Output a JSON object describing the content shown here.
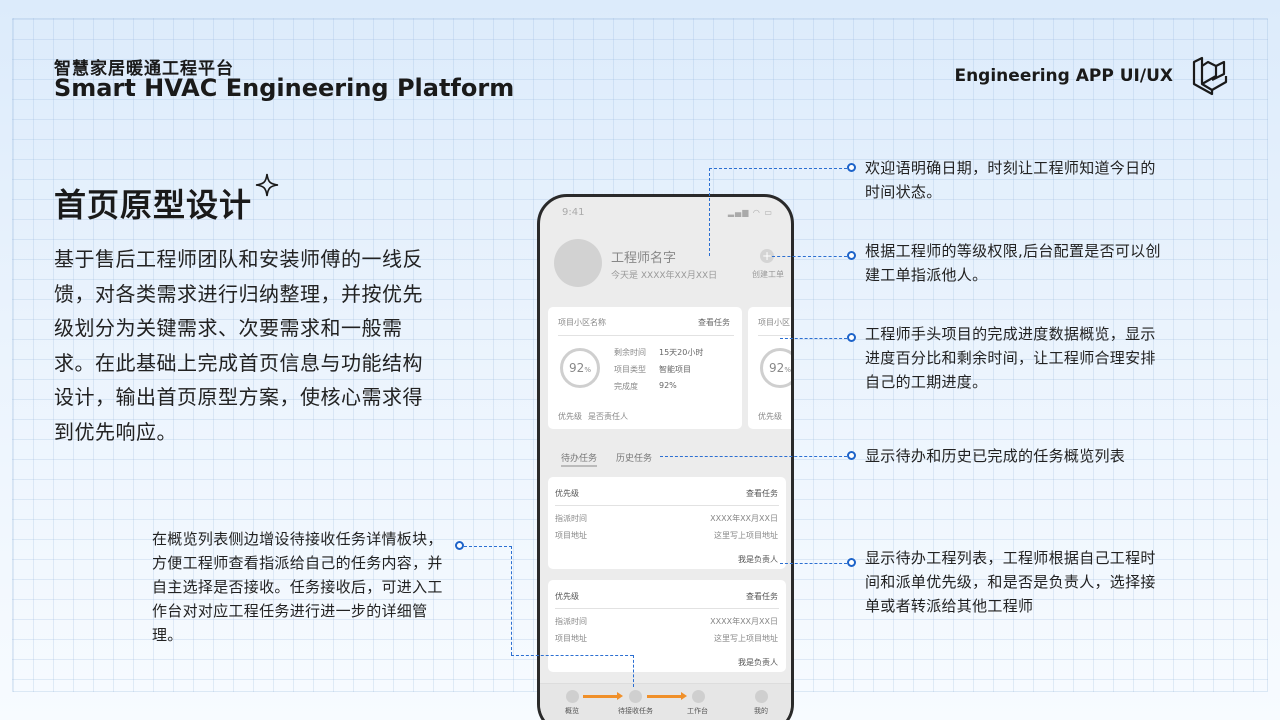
{
  "header": {
    "title_cn": "智慧家居暖通工程平台",
    "title_en": "Smart HVAC Engineering Platform",
    "right_label": "Engineering APP UI/UX"
  },
  "section": {
    "title": "首页原型设计",
    "description": "基于售后工程师团队和安装师傅的一线反馈，对各类需求进行归纳整理，并按优先级划分为关键需求、次要需求和一般需求。在此基础上完成首页信息与功能结构设计，输出首页原型方案，使核心需求得到优先响应。"
  },
  "phone": {
    "status_time": "9:41",
    "engineer_name": "工程师名字",
    "today": "今天是 XXXX年XX月XX日",
    "create_label": "创建工单",
    "project_card": {
      "name": "项目小区名称",
      "view": "查看任务",
      "progress_value": "92",
      "progress_unit": "%",
      "rows": [
        {
          "label": "剩余时间",
          "value": "15天20小时"
        },
        {
          "label": "项目类型",
          "value": "智能项目"
        },
        {
          "label": "完成度",
          "value": "92%"
        }
      ],
      "priority": "优先级",
      "owner": "是否责任人"
    },
    "project_card_peek": {
      "name": "项目小区",
      "progress_value": "92",
      "progress_unit": "%",
      "priority": "优先级"
    },
    "tabs": [
      "待办任务",
      "历史任务"
    ],
    "tasks": [
      {
        "priority": "优先级",
        "view": "查看任务",
        "time_label": "指派时间",
        "time_value": "XXXX年XX月XX日",
        "addr_label": "项目地址",
        "addr_value": "这里写上项目地址",
        "owner": "我是负责人"
      },
      {
        "priority": "优先级",
        "view": "查看任务",
        "time_label": "指派时间",
        "time_value": "XXXX年XX月XX日",
        "addr_label": "项目地址",
        "addr_value": "这里写上项目地址",
        "owner": "我是负责人"
      }
    ],
    "nav": [
      "概览",
      "待接收任务",
      "工作台",
      "我的"
    ]
  },
  "annotations": {
    "a1": "欢迎语明确日期，时刻让工程师知道今日的时间状态。",
    "a2": "根据工程师的等级权限,后台配置是否可以创建工单指派他人。",
    "a3": "工程师手头项目的完成进度数据概览，显示进度百分比和剩余时间，让工程师合理安排自己的工期进度。",
    "a4": "显示待办和历史已完成的任务概览列表",
    "a5": "显示待办工程列表，工程师根据自己工程时间和派单优先级，和是否是负责人，选择接单或者转派给其他工程师",
    "left": "在概览列表侧边增设待接收任务详情板块，方便工程师查看指派给自己的任务内容，并自主选择是否接收。任务接收后，可进入工作台对对应工程任务进行进一步的详细管理。"
  },
  "colors": {
    "accent_blue": "#2c6fd1",
    "arrow_orange": "#f0902a"
  }
}
